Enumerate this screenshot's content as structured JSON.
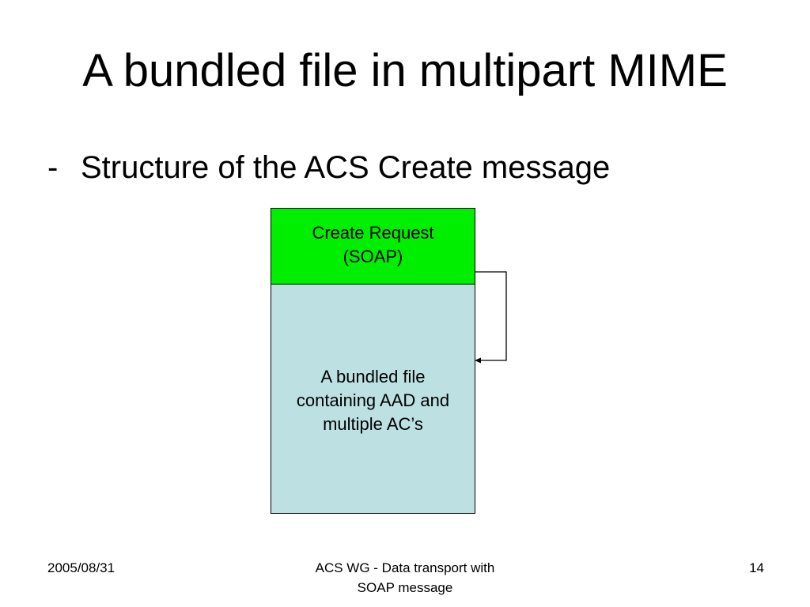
{
  "slide": {
    "title": "A bundled file in multipart MIME",
    "bullet_marker": "-",
    "bullet_text": "Structure of the ACS Create message"
  },
  "diagram": {
    "header_box": {
      "lines": [
        "Create Request",
        "(SOAP)"
      ],
      "fill": "#00ee00"
    },
    "body_box": {
      "lines": [
        "A bundled file",
        "containing AAD and",
        "multiple AC’s"
      ],
      "fill": "#bde0e2"
    },
    "connector": {
      "from": "header_box",
      "to": "body_box",
      "arrowhead": "end"
    }
  },
  "footer": {
    "date": "2005/08/31",
    "center_lines": [
      "ACS WG - Data transport with",
      "SOAP message"
    ],
    "page_number": "14"
  }
}
